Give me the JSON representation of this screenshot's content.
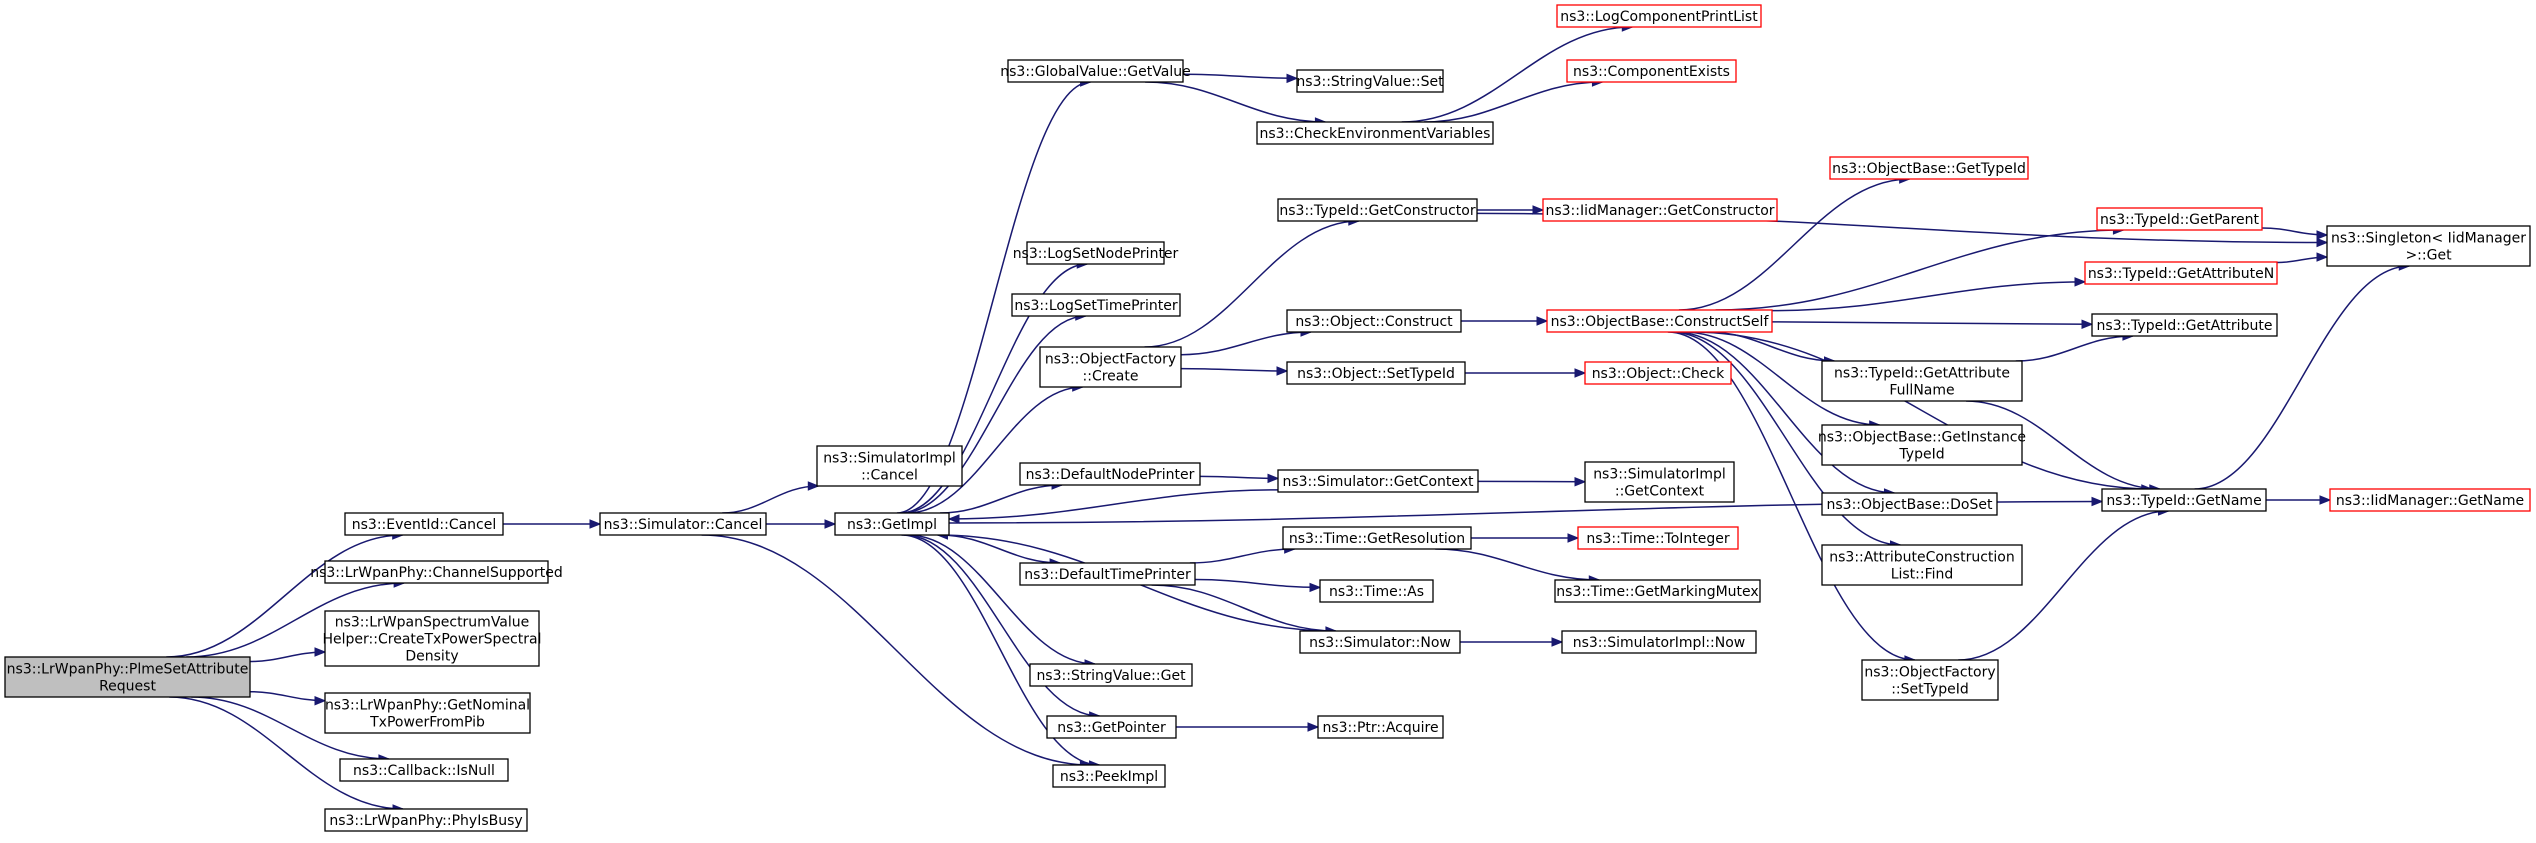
{
  "nodes": [
    {
      "id": "root",
      "lines": [
        "ns3::LrWpanPhy::PlmeSetAttribute",
        "Request"
      ]
    },
    {
      "id": "eventid_cancel",
      "lines": [
        "ns3::EventId::Cancel"
      ]
    },
    {
      "id": "channel_supported",
      "lines": [
        "ns3::LrWpanPhy::ChannelSupported"
      ]
    },
    {
      "id": "create_txpsd",
      "lines": [
        "ns3::LrWpanSpectrumValue",
        "Helper::CreateTxPowerSpectral",
        "Density"
      ]
    },
    {
      "id": "nominal_tx",
      "lines": [
        "ns3::LrWpanPhy::GetNominal",
        "TxPowerFromPib"
      ]
    },
    {
      "id": "callback_isnull",
      "lines": [
        "ns3::Callback::IsNull"
      ]
    },
    {
      "id": "phy_isbusy",
      "lines": [
        "ns3::LrWpanPhy::PhyIsBusy"
      ]
    },
    {
      "id": "simulator_cancel",
      "lines": [
        "ns3::Simulator::Cancel"
      ]
    },
    {
      "id": "simimpl_cancel",
      "lines": [
        "ns3::SimulatorImpl",
        "::Cancel"
      ]
    },
    {
      "id": "getimpl",
      "lines": [
        "ns3::GetImpl"
      ]
    },
    {
      "id": "peekimpl",
      "lines": [
        "ns3::PeekImpl"
      ]
    },
    {
      "id": "globalvalue_getvalue",
      "lines": [
        "ns3::GlobalValue::GetValue"
      ]
    },
    {
      "id": "logsetnodeprinter",
      "lines": [
        "ns3::LogSetNodePrinter"
      ]
    },
    {
      "id": "logsettimeprinter",
      "lines": [
        "ns3::LogSetTimePrinter"
      ]
    },
    {
      "id": "objectfactory_create",
      "lines": [
        "ns3::ObjectFactory",
        "::Create"
      ]
    },
    {
      "id": "defaultnodeprinter",
      "lines": [
        "ns3::DefaultNodePrinter"
      ]
    },
    {
      "id": "defaulttimeprinter",
      "lines": [
        "ns3::DefaultTimePrinter"
      ]
    },
    {
      "id": "stringvalue_get",
      "lines": [
        "ns3::StringValue::Get"
      ]
    },
    {
      "id": "getpointer",
      "lines": [
        "ns3::GetPointer"
      ]
    },
    {
      "id": "stringvalue_set",
      "lines": [
        "ns3::StringValue::Set"
      ]
    },
    {
      "id": "checkenv",
      "lines": [
        "ns3::CheckEnvironmentVariables"
      ]
    },
    {
      "id": "typeid_getconstructor",
      "lines": [
        "ns3::TypeId::GetConstructor"
      ]
    },
    {
      "id": "object_construct",
      "lines": [
        "ns3::Object::Construct"
      ]
    },
    {
      "id": "object_settypeid",
      "lines": [
        "ns3::Object::SetTypeId"
      ]
    },
    {
      "id": "simulator_getcontext",
      "lines": [
        "ns3::Simulator::GetContext"
      ]
    },
    {
      "id": "time_getresolution",
      "lines": [
        "ns3::Time::GetResolution"
      ]
    },
    {
      "id": "time_as",
      "lines": [
        "ns3::Time::As"
      ]
    },
    {
      "id": "simulator_now",
      "lines": [
        "ns3::Simulator::Now"
      ]
    },
    {
      "id": "ptr_acquire",
      "lines": [
        "ns3::Ptr::Acquire"
      ]
    },
    {
      "id": "logcomponentprintlist",
      "lines": [
        "ns3::LogComponentPrintList"
      ],
      "red": true
    },
    {
      "id": "componentexists",
      "lines": [
        "ns3::ComponentExists"
      ],
      "red": true
    },
    {
      "id": "iidmanager_getconstructor",
      "lines": [
        "ns3::IidManager::GetConstructor"
      ],
      "red": true
    },
    {
      "id": "objectbase_constructself",
      "lines": [
        "ns3::ObjectBase::ConstructSelf"
      ],
      "red": true
    },
    {
      "id": "object_check",
      "lines": [
        "ns3::Object::Check"
      ],
      "red": true
    },
    {
      "id": "simimpl_getcontext",
      "lines": [
        "ns3::SimulatorImpl",
        "::GetContext"
      ]
    },
    {
      "id": "time_tointeger",
      "lines": [
        "ns3::Time::ToInteger"
      ],
      "red": true
    },
    {
      "id": "time_getmarkingmutex",
      "lines": [
        "ns3::Time::GetMarkingMutex"
      ]
    },
    {
      "id": "simimpl_now",
      "lines": [
        "ns3::SimulatorImpl::Now"
      ]
    },
    {
      "id": "objectbase_gettypeid",
      "lines": [
        "ns3::ObjectBase::GetTypeId"
      ],
      "red": true
    },
    {
      "id": "typeid_getattributefullname",
      "lines": [
        "ns3::TypeId::GetAttribute",
        "FullName"
      ]
    },
    {
      "id": "objectbase_getinstancetypeid",
      "lines": [
        "ns3::ObjectBase::GetInstance",
        "TypeId"
      ]
    },
    {
      "id": "objectbase_doset",
      "lines": [
        "ns3::ObjectBase::DoSet"
      ]
    },
    {
      "id": "attrconstructionlist_find",
      "lines": [
        "ns3::AttributeConstruction",
        "List::Find"
      ]
    },
    {
      "id": "objectfactory_settypeid",
      "lines": [
        "ns3::ObjectFactory",
        "::SetTypeId"
      ]
    },
    {
      "id": "typeid_getparent",
      "lines": [
        "ns3::TypeId::GetParent"
      ],
      "red": true
    },
    {
      "id": "typeid_getattributen",
      "lines": [
        "ns3::TypeId::GetAttributeN"
      ],
      "red": true
    },
    {
      "id": "typeid_getattribute",
      "lines": [
        "ns3::TypeId::GetAttribute"
      ]
    },
    {
      "id": "typeid_getname",
      "lines": [
        "ns3::TypeId::GetName"
      ]
    },
    {
      "id": "singleton_get",
      "lines": [
        "ns3::Singleton< IidManager",
        ">::Get"
      ]
    },
    {
      "id": "iidmanager_getname",
      "lines": [
        "ns3::IidManager::GetName"
      ],
      "red": true
    }
  ],
  "edges": [
    [
      "root",
      "eventid_cancel"
    ],
    [
      "root",
      "channel_supported"
    ],
    [
      "root",
      "create_txpsd"
    ],
    [
      "root",
      "nominal_tx"
    ],
    [
      "root",
      "callback_isnull"
    ],
    [
      "root",
      "phy_isbusy"
    ],
    [
      "eventid_cancel",
      "simulator_cancel"
    ],
    [
      "simulator_cancel",
      "simimpl_cancel"
    ],
    [
      "simulator_cancel",
      "getimpl"
    ],
    [
      "simulator_cancel",
      "peekimpl"
    ],
    [
      "getimpl",
      "globalvalue_getvalue"
    ],
    [
      "getimpl",
      "logsetnodeprinter"
    ],
    [
      "getimpl",
      "logsettimeprinter"
    ],
    [
      "getimpl",
      "objectfactory_create"
    ],
    [
      "getimpl",
      "defaultnodeprinter"
    ],
    [
      "getimpl",
      "defaulttimeprinter"
    ],
    [
      "getimpl",
      "stringvalue_get"
    ],
    [
      "getimpl",
      "getpointer"
    ],
    [
      "getimpl",
      "peekimpl"
    ],
    [
      "getimpl",
      "typeid_getname"
    ],
    [
      "globalvalue_getvalue",
      "stringvalue_set"
    ],
    [
      "globalvalue_getvalue",
      "checkenv"
    ],
    [
      "checkenv",
      "logcomponentprintlist"
    ],
    [
      "checkenv",
      "componentexists"
    ],
    [
      "objectfactory_create",
      "typeid_getconstructor"
    ],
    [
      "objectfactory_create",
      "object_construct"
    ],
    [
      "objectfactory_create",
      "object_settypeid"
    ],
    [
      "typeid_getconstructor",
      "iidmanager_getconstructor"
    ],
    [
      "typeid_getconstructor",
      "singleton_get"
    ],
    [
      "object_construct",
      "objectbase_constructself"
    ],
    [
      "object_settypeid",
      "object_check"
    ],
    [
      "defaultnodeprinter",
      "simulator_getcontext"
    ],
    [
      "simulator_getcontext",
      "simimpl_getcontext"
    ],
    [
      "simulator_getcontext",
      "getimpl"
    ],
    [
      "defaulttimeprinter",
      "time_getresolution"
    ],
    [
      "defaulttimeprinter",
      "time_as"
    ],
    [
      "defaulttimeprinter",
      "simulator_now"
    ],
    [
      "time_getresolution",
      "time_tointeger"
    ],
    [
      "time_getresolution",
      "time_getmarkingmutex"
    ],
    [
      "simulator_now",
      "simimpl_now"
    ],
    [
      "simulator_now",
      "getimpl"
    ],
    [
      "getpointer",
      "ptr_acquire"
    ],
    [
      "objectbase_constructself",
      "objectbase_gettypeid"
    ],
    [
      "objectbase_constructself",
      "typeid_getparent"
    ],
    [
      "objectbase_constructself",
      "typeid_getattributen"
    ],
    [
      "objectbase_constructself",
      "typeid_getattribute"
    ],
    [
      "objectbase_constructself",
      "typeid_getattributefullname"
    ],
    [
      "objectbase_constructself",
      "objectbase_getinstancetypeid"
    ],
    [
      "objectbase_constructself",
      "objectbase_doset"
    ],
    [
      "objectbase_constructself",
      "attrconstructionlist_find"
    ],
    [
      "objectbase_constructself",
      "objectfactory_settypeid"
    ],
    [
      "objectbase_constructself",
      "typeid_getname"
    ],
    [
      "typeid_getparent",
      "singleton_get"
    ],
    [
      "typeid_getattributen",
      "singleton_get"
    ],
    [
      "typeid_getattributefullname",
      "typeid_getattribute"
    ],
    [
      "typeid_getattributefullname",
      "typeid_getname"
    ],
    [
      "objectfactory_settypeid",
      "typeid_getname"
    ],
    [
      "typeid_getname",
      "singleton_get"
    ],
    [
      "typeid_getname",
      "iidmanager_getname"
    ]
  ]
}
